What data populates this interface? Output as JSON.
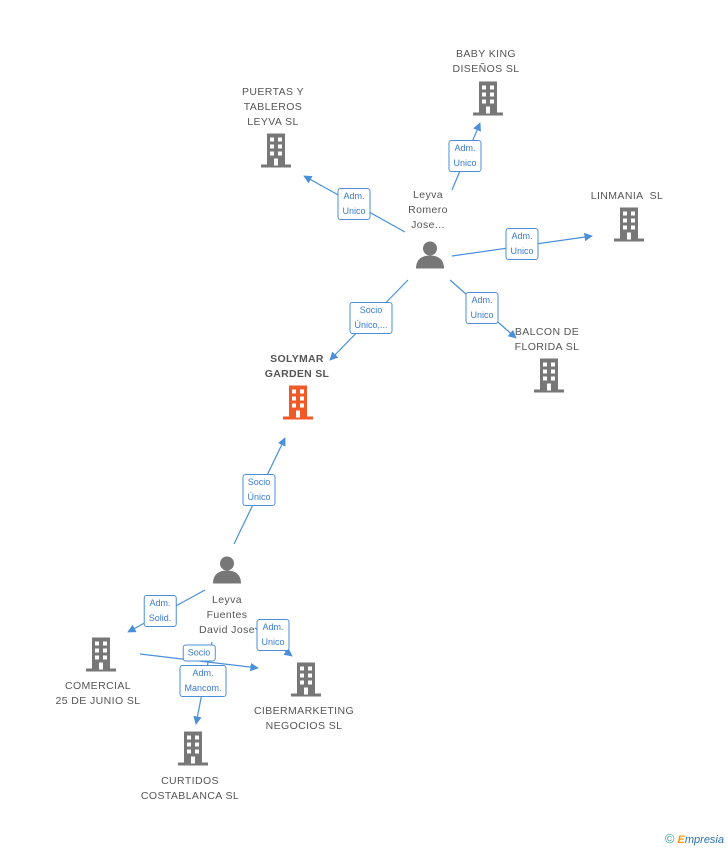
{
  "colors": {
    "edge": "#4a8fd8",
    "building": "#777777",
    "main_building": "#f05a28",
    "person": "#777777"
  },
  "nodes": {
    "solymar": {
      "label": "SOLYMAR\nGARDEN SL",
      "type": "company-main"
    },
    "puertas": {
      "label": "PUERTAS Y\nTABLEROS\nLEYVA SL",
      "type": "company"
    },
    "babyking": {
      "label": "BABY KING\nDISEÑOS SL",
      "type": "company"
    },
    "linmania": {
      "label": "LINMANIA  SL",
      "type": "company"
    },
    "balcon": {
      "label": "BALCON DE\nFLORIDA SL",
      "type": "company"
    },
    "leyva_romero": {
      "label": "Leyva\nRomero\nJose...",
      "type": "person"
    },
    "leyva_fuentes": {
      "label": "Leyva\nFuentes\nDavid Jose",
      "type": "person"
    },
    "comercial": {
      "label": "COMERCIAL\n25 DE JUNIO SL",
      "type": "company"
    },
    "cibermarketing": {
      "label": "CIBERMARKETING\nNEGOCIOS SL",
      "type": "company"
    },
    "curtidos": {
      "label": "CURTIDOS\nCOSTABLANCA SL",
      "type": "company"
    }
  },
  "edges": {
    "e1": {
      "label": "Adm.\nUnico"
    },
    "e2": {
      "label": "Adm.\nUnico"
    },
    "e3": {
      "label": "Adm.\nUnico"
    },
    "e4": {
      "label": "Adm.\nUnico"
    },
    "e5": {
      "label": "Socio\nÚnico,..."
    },
    "e6": {
      "label": "Socio\nÚnico"
    },
    "e7": {
      "label": "Adm.\nSolid."
    },
    "e8": {
      "label": "Adm.\nUnico"
    },
    "e9": {
      "label": "Socio"
    },
    "e10": {
      "label": "Adm.\nMancom."
    }
  },
  "watermark": {
    "symbol": "©",
    "brand_first": "E",
    "brand_rest": "mpresia"
  }
}
